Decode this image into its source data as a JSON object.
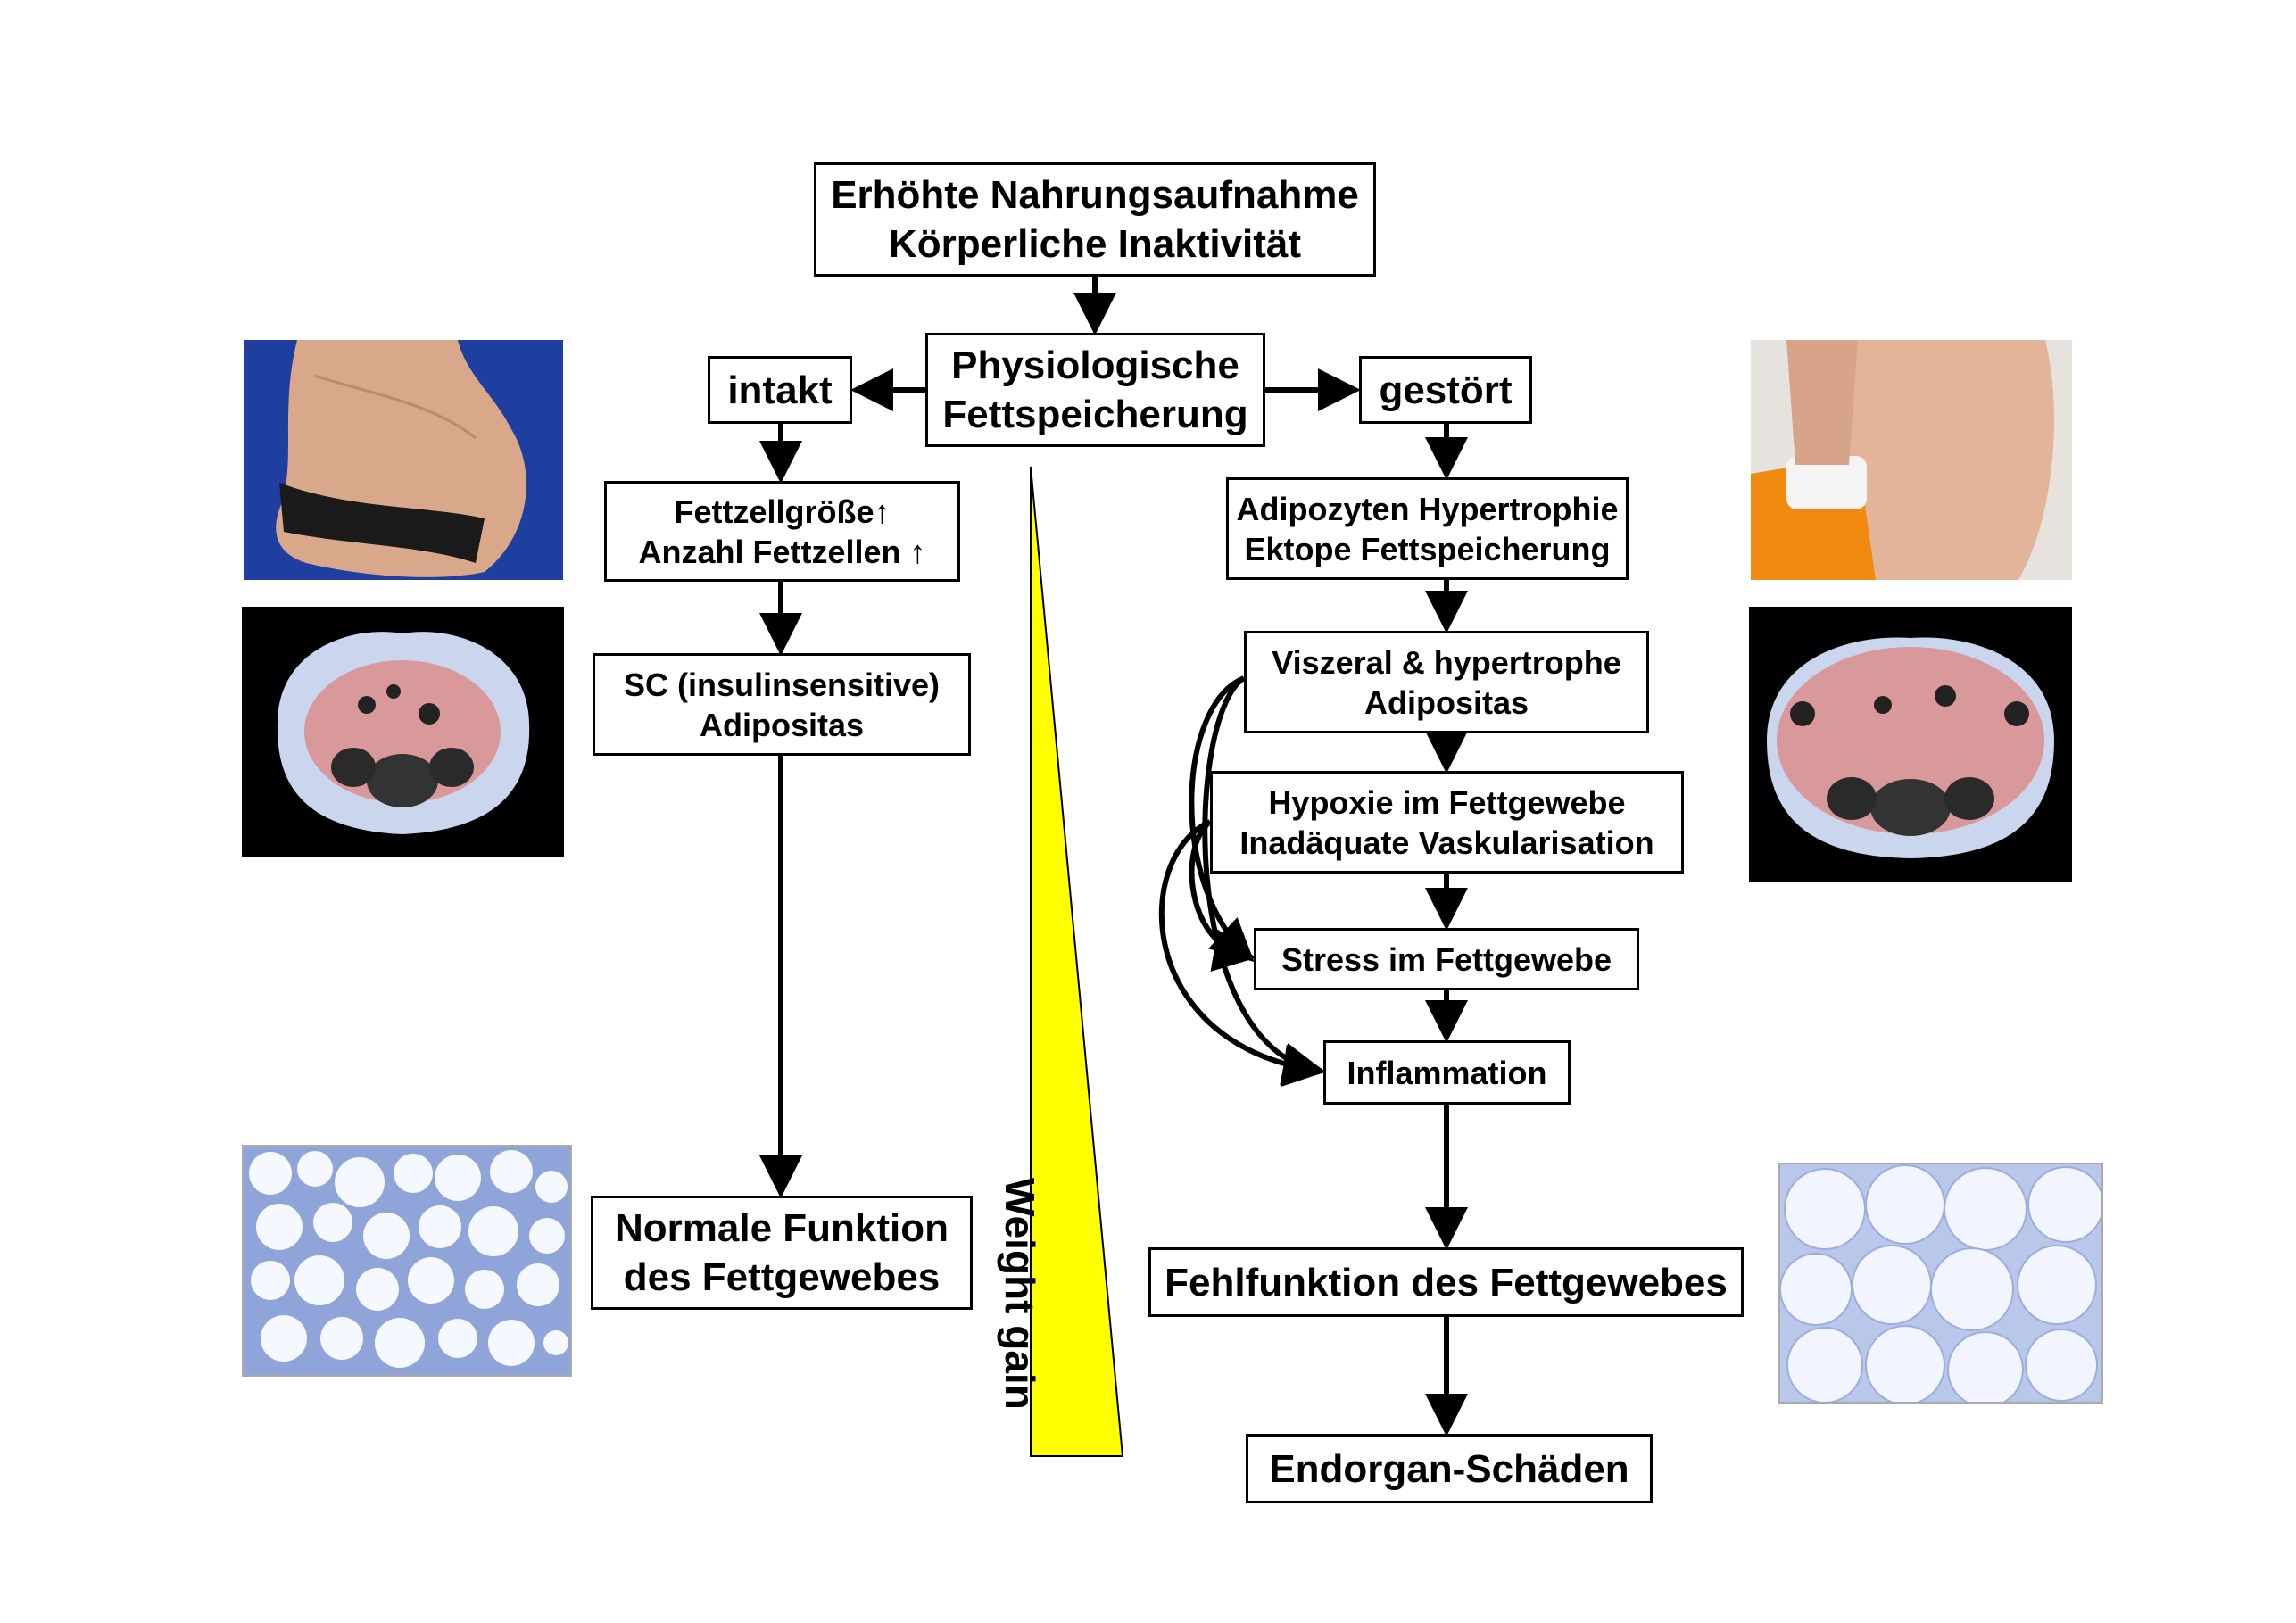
{
  "boxes": {
    "top": [
      "Erhöhte Nahrungsaufnahme",
      "Körperliche Inaktivität"
    ],
    "center": [
      "Physiologische",
      "Fettspeicherung"
    ],
    "intakt": "intakt",
    "gestoert": "gestört",
    "left1": [
      "Fettzellgröße↑",
      "Anzahl Fettzellen ↑"
    ],
    "left2": [
      "SC (insulinsensitive)",
      "Adipositas"
    ],
    "left3": [
      "Normale Funktion",
      "des Fettgewebes"
    ],
    "right1": [
      "Adipozyten Hypertrophie",
      "Ektope Fettspeicherung"
    ],
    "right2": [
      "Viszeral & hypertrophe",
      "Adipositas"
    ],
    "right3": [
      "Hypoxie im Fettgewebe",
      "Inadäquate Vaskularisation"
    ],
    "right4": "Stress im Fettgewebe",
    "right5": "Inflammation",
    "right6": "Fehlfunktion des Fettgewebes",
    "right7": "Endorgan-Schäden"
  },
  "weight_gain": "Weight gain",
  "colors": {
    "wedge": "#ffff00",
    "photo_bg": "#1f3fa0",
    "mri_fat": "#c9d6ee",
    "mri_visceral": "#d9999a",
    "histo": "#6d86c7"
  }
}
